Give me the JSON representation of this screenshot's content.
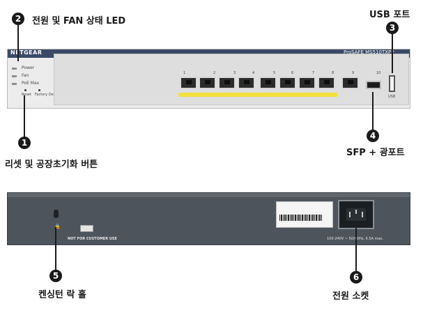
{
  "callouts": [
    {
      "number": "1",
      "label": "리셋 및 공장초기화 버튼"
    },
    {
      "number": "2",
      "label": "전원 및 FAN 상태 LED"
    },
    {
      "number": "3",
      "label": "USB 포트"
    },
    {
      "number": "4",
      "label": "SFP + 광포트"
    },
    {
      "number": "5",
      "label": "켄싱턴 락 홀"
    },
    {
      "number": "6",
      "label": "전원 소켓"
    }
  ],
  "front_panel": {
    "brand": "NETGEAR",
    "model": "ProSAFE MS510TXPP",
    "leds": [
      "Power",
      "Fan",
      "PoE Max"
    ],
    "reset_labels": [
      "Reset",
      "Factory Defaults"
    ],
    "port_numbers": [
      "1",
      "2",
      "3",
      "4",
      "5",
      "6",
      "7",
      "8",
      "9",
      "10"
    ],
    "usb_label": "USB"
  },
  "rear_panel": {
    "usb_text": "NOT FOR CUSTOMER USE",
    "power_rating": "100-240V ~ 50/60Hz, 6.5A max."
  }
}
